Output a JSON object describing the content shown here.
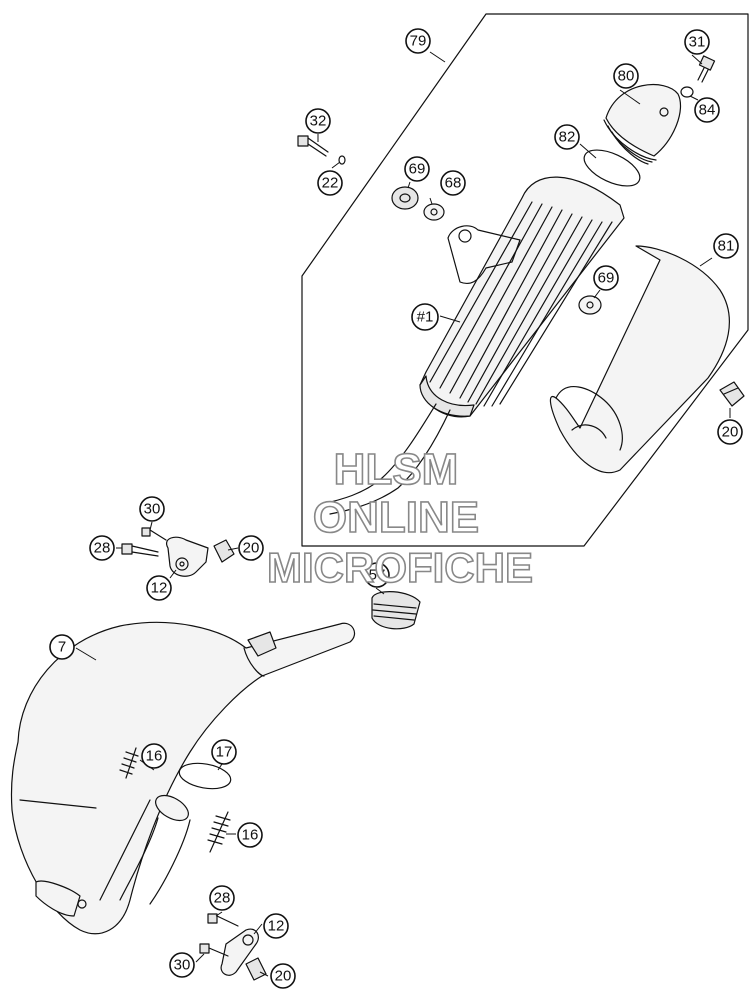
{
  "watermark": {
    "line1": "HLSM",
    "line2": "ONLINE",
    "line3": "MICROFICHE"
  },
  "callouts": [
    {
      "id": "c79",
      "label": "79"
    },
    {
      "id": "c31",
      "label": "31"
    },
    {
      "id": "c80",
      "label": "80"
    },
    {
      "id": "c84",
      "label": "84"
    },
    {
      "id": "c32",
      "label": "32"
    },
    {
      "id": "c82",
      "label": "82"
    },
    {
      "id": "c69a",
      "label": "69"
    },
    {
      "id": "c68",
      "label": "68"
    },
    {
      "id": "c22",
      "label": "22"
    },
    {
      "id": "c81",
      "label": "81"
    },
    {
      "id": "c69b",
      "label": "69"
    },
    {
      "id": "c1",
      "label": "#1"
    },
    {
      "id": "c20a",
      "label": "20"
    },
    {
      "id": "c30a",
      "label": "30"
    },
    {
      "id": "c28a",
      "label": "28"
    },
    {
      "id": "c20b",
      "label": "20"
    },
    {
      "id": "c12a",
      "label": "12"
    },
    {
      "id": "c57",
      "label": "57"
    },
    {
      "id": "c7",
      "label": "7"
    },
    {
      "id": "c16a",
      "label": "16"
    },
    {
      "id": "c17",
      "label": "17"
    },
    {
      "id": "c16b",
      "label": "16"
    },
    {
      "id": "c28b",
      "label": "28"
    },
    {
      "id": "c12b",
      "label": "12"
    },
    {
      "id": "c30b",
      "label": "30"
    },
    {
      "id": "c20c",
      "label": "20"
    }
  ]
}
